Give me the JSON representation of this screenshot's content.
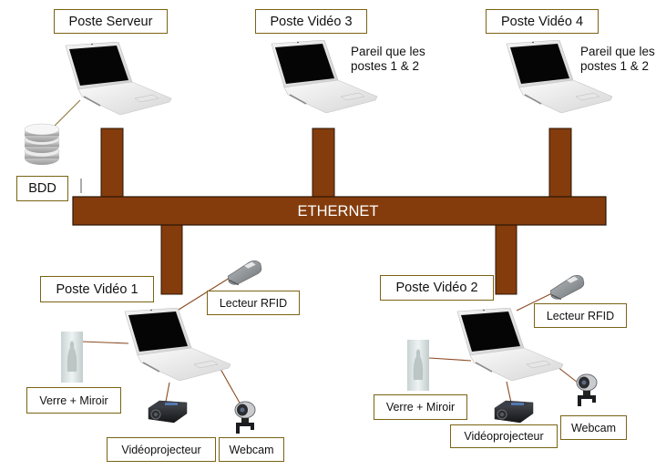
{
  "title": "Architecture réseau Ethernet",
  "colors": {
    "bus": "#843c0c",
    "bus_border": "#2b1505",
    "label_border": "#7a6314",
    "link": "#8a4a22",
    "ethernet_text": "#ffffff"
  },
  "bus": {
    "label": "ETHERNET"
  },
  "stations": {
    "server": {
      "label": "Poste Serveur",
      "database": {
        "label": "BDD",
        "icon": "database-icon"
      }
    },
    "video3": {
      "label": "Poste Vidéo 3",
      "note": "Pareil que les\npostes 1 & 2"
    },
    "video4": {
      "label": "Poste Vidéo 4",
      "note": "Pareil que les\npostes 1 & 2"
    },
    "video1": {
      "label": "Poste Vidéo 1",
      "peripherals": {
        "rfid": "Lecteur RFID",
        "mirror": "Verre + Miroir",
        "projector": "Vidéoprojecteur",
        "webcam": "Webcam"
      }
    },
    "video2": {
      "label": "Poste Vidéo 2",
      "peripherals": {
        "rfid": "Lecteur RFID",
        "mirror": "Verre + Miroir",
        "projector": "Vidéoprojecteur",
        "webcam": "Webcam"
      }
    }
  }
}
